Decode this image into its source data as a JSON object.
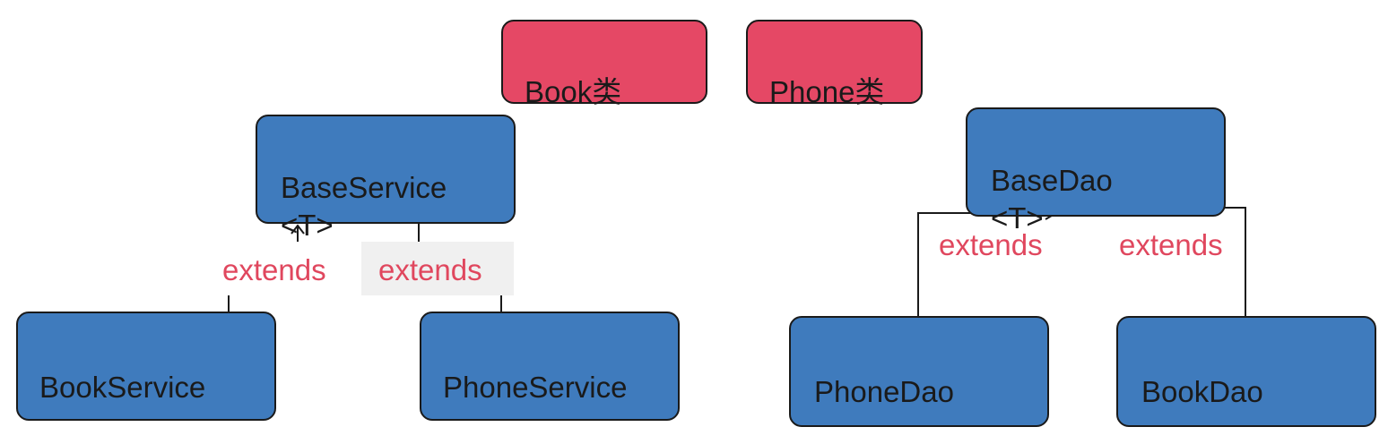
{
  "classes": {
    "book": "Book类",
    "phone": "Phone类"
  },
  "service": {
    "base": "BaseService\n<T>",
    "book": "BookService",
    "phone": "PhoneService",
    "extends_left": "extends",
    "extends_right": "extends"
  },
  "dao": {
    "base": "BaseDao\n<T>",
    "phone": "PhoneDao",
    "book": "BookDao",
    "extends_left": "extends",
    "extends_right": "extends"
  },
  "colors": {
    "service_box": "#3f7bbd",
    "class_box": "#e54865",
    "label": "#e0475e"
  }
}
